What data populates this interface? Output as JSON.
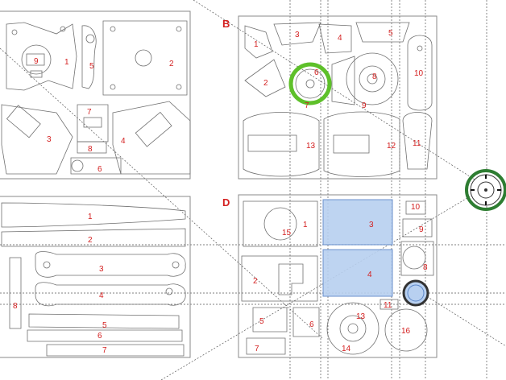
{
  "sheets": {
    "b": {
      "label": "B"
    },
    "d": {
      "label": "D"
    }
  },
  "sheet_a_labels": {
    "p9": "9",
    "p1": "1",
    "p5": "5",
    "p2": "2",
    "p7": "7",
    "p3": "3",
    "p4": "4",
    "p8": "8",
    "p6": "6"
  },
  "sheet_b_labels": {
    "p1": "1",
    "p3": "3",
    "p4": "4",
    "p5": "5",
    "p2": "2",
    "p6": "6",
    "p7": "7",
    "p8": "8",
    "p9": "9",
    "p10": "10",
    "p11": "11",
    "p12": "12",
    "p13": "13"
  },
  "sheet_c_labels": {
    "p1": "1",
    "p2": "2",
    "p3": "3",
    "p4": "4",
    "p5": "5",
    "p6": "6",
    "p7": "7",
    "p8": "8"
  },
  "sheet_d_labels": {
    "p1": "1",
    "p15": "15",
    "p3": "3",
    "p10": "10",
    "p9": "9",
    "p2": "2",
    "p4": "4",
    "p8": "8",
    "p11": "11",
    "p5": "5",
    "p6": "6",
    "p7": "7",
    "p13": "13",
    "p14": "14",
    "p16": "16"
  },
  "colors": {
    "part_label": "#d42020",
    "selection_fill": "#b8d0f0",
    "highlight_ring": "#5ec02a",
    "drag_ring": "#2e7d32"
  }
}
